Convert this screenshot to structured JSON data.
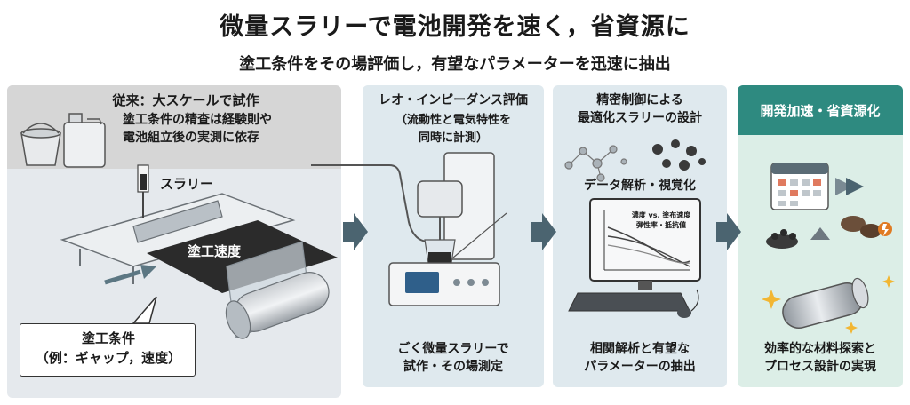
{
  "header": {
    "title": "微量スラリーで電池開発を速く，省資源に",
    "subtitle": "塗工条件をその場評価し，有望なパラメーターを迅速に抽出"
  },
  "panel1": {
    "heading": "従来：大スケールで試作",
    "desc_line1": "塗工条件の精査は経験則や",
    "desc_line2": "電池組立後の実測に依存",
    "slurry_label": "スラリー",
    "speed_label": "塗工速度",
    "callout_line1": "塗工条件",
    "callout_line2": "（例：ギャップ，速度）"
  },
  "panel2": {
    "heading": "レオ・インピーダンス評価",
    "sub_line1": "（流動性と電気特性を",
    "sub_line2": "同時に計測）",
    "bottom_line1": "ごく微量スラリーで",
    "bottom_line2": "試作・その場測定"
  },
  "panel3": {
    "heading_line1": "精密制御による",
    "heading_line2": "最適化スラリーの設計",
    "mid_label": "データ解析・視覚化",
    "monitor_line1": "濃度 vs. 塗布速度",
    "monitor_line2": "弾性率・抵抗値",
    "bottom_line1": "相関解析と有望な",
    "bottom_line2": "パラメーターの抽出"
  },
  "panel4": {
    "heading": "開発加速・省資源化",
    "bottom_line1": "効率的な材料探索と",
    "bottom_line2": "プロセス設計の実現"
  },
  "colors": {
    "panel_gray": "#d6d6d6",
    "panel_blue": "#dfe9ee",
    "panel_green": "#dceee7",
    "accent_teal": "#2e8a80",
    "arrow": "#4b6470"
  }
}
